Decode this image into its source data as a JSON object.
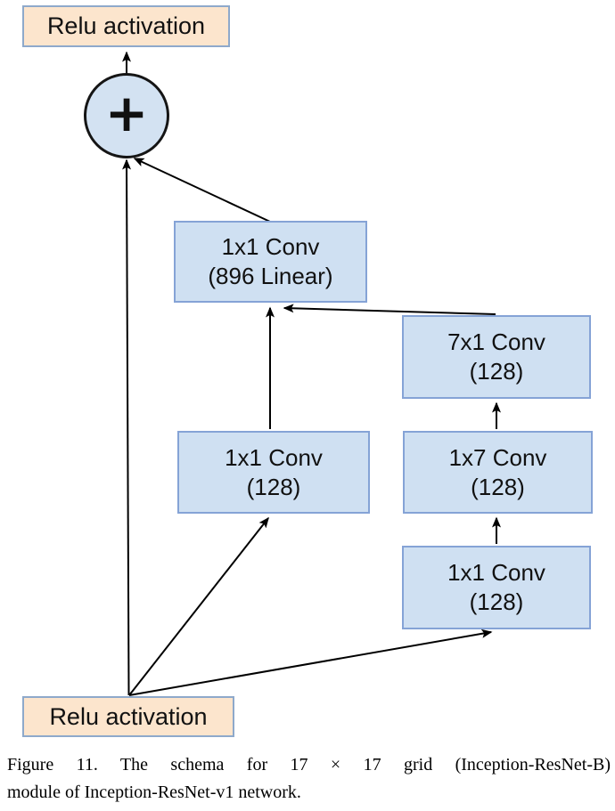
{
  "figure": {
    "nodes": {
      "relu_top": {
        "label": "Relu activation"
      },
      "sum": {
        "symbol": "+"
      },
      "conv_896": {
        "line1": "1x1 Conv",
        "line2": "(896 Linear)"
      },
      "conv_7x1": {
        "line1": "7x1 Conv",
        "line2": "(128)"
      },
      "conv_1x1_left": {
        "line1": "1x1 Conv",
        "line2": "(128)"
      },
      "conv_1x7": {
        "line1": "1x7 Conv",
        "line2": "(128)"
      },
      "conv_1x1_right": {
        "line1": "1x1 Conv",
        "line2": "(128)"
      },
      "relu_bottom": {
        "label": "Relu activation"
      }
    },
    "colors": {
      "conv_fill": "#cfe0f2",
      "conv_border": "#85a3d6",
      "relu_fill": "#fce5cd",
      "relu_border": "#8ea9cb",
      "sum_fill": "#d3e2f2",
      "sum_border": "#151515",
      "arrow": "#000000"
    }
  },
  "caption": {
    "line1": "Figure 11. The schema for 17 × 17 grid (Inception-ResNet-B)",
    "line2": "module of Inception-ResNet-v1 network."
  }
}
